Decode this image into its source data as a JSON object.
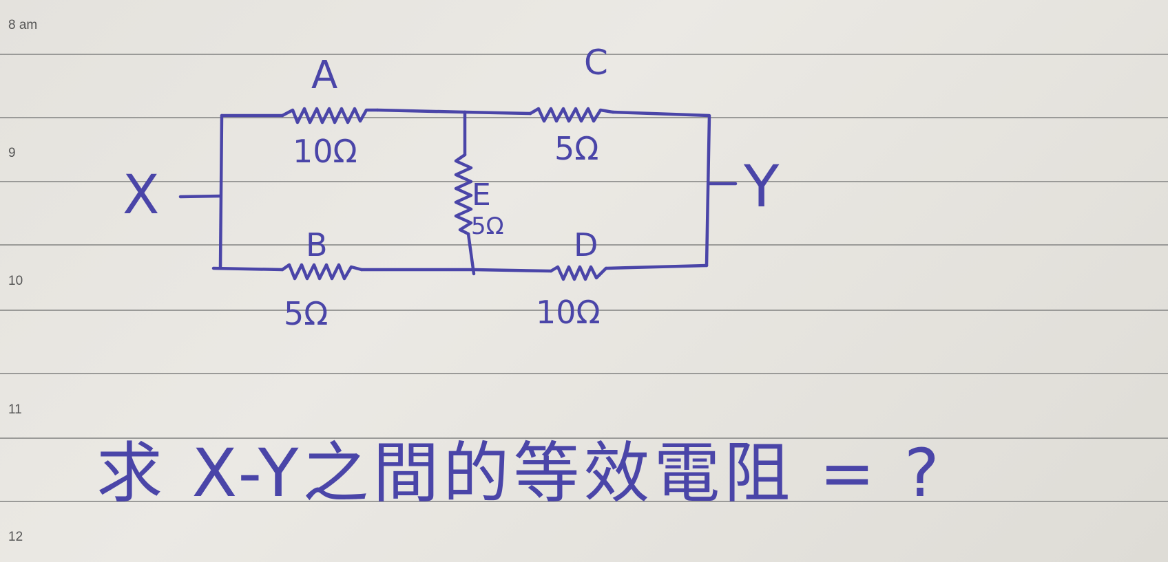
{
  "page": {
    "time_labels": [
      "8 am",
      "9",
      "10",
      "11",
      "12"
    ]
  },
  "circuit": {
    "terminal_left": "X",
    "terminal_right": "Y",
    "resistors": [
      {
        "name": "A",
        "value": "10Ω"
      },
      {
        "name": "C",
        "value": "5Ω"
      },
      {
        "name": "E",
        "value": "5Ω"
      },
      {
        "name": "B",
        "value": "5Ω"
      },
      {
        "name": "D",
        "value": "10Ω"
      }
    ]
  },
  "question": "求 X-Y之間的等效電阻 = ?",
  "colors": {
    "ink": "#4a45a8",
    "paper": "#e6e4df",
    "rule": "#9a9a98"
  }
}
